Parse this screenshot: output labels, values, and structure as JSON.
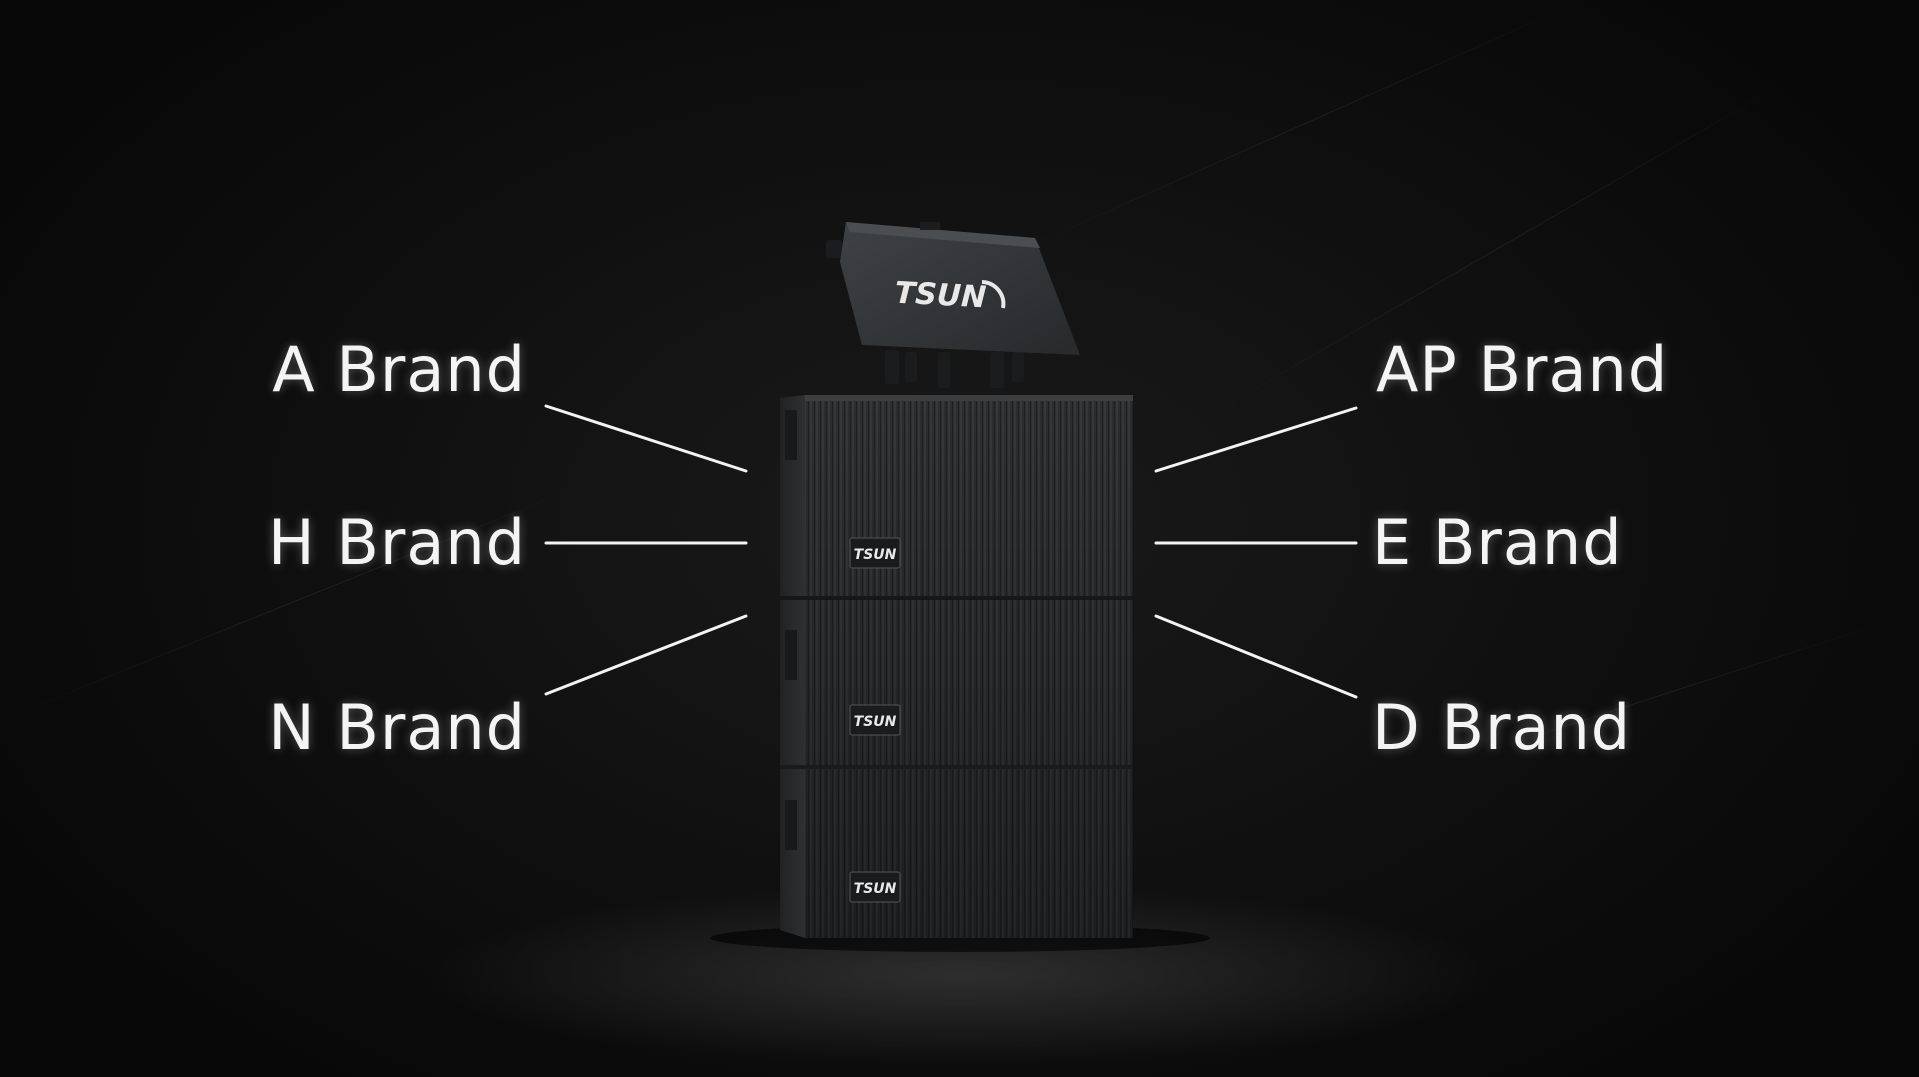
{
  "labels": {
    "left": [
      "A Brand",
      "H Brand",
      "N Brand"
    ],
    "right": [
      "AP Brand",
      "E Brand",
      "D Brand"
    ]
  },
  "product": {
    "logo_text": "TSUN"
  },
  "colors": {
    "background": "#0c0c0c",
    "label_text": "#f4f4f4",
    "connector_line": "#ffffff",
    "device_body": "#2c2e30"
  }
}
